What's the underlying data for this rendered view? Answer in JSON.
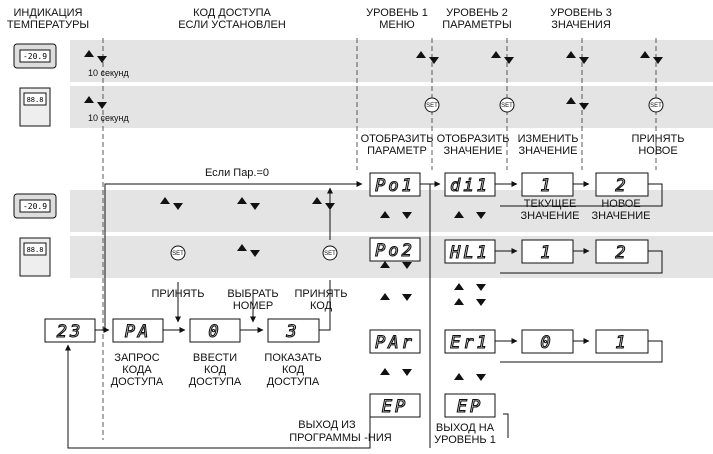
{
  "headers": {
    "temp_indication": [
      "ИНДИКАЦИЯ",
      "ТЕМПЕРАТУРЫ"
    ],
    "access_code": [
      "КОД ДОСТУПА",
      "ЕСЛИ УСТАНОВЛЕН"
    ],
    "level1": [
      "УРОВЕНЬ 1",
      "МЕНЮ"
    ],
    "level2": [
      "УРОВЕНЬ 2",
      "ПАРАМЕТРЫ"
    ],
    "level3": [
      "УРОВЕНЬ 3",
      "ЗНАЧЕНИЯ"
    ]
  },
  "timing": {
    "row1": "10 секунд",
    "row2": "10 секунд"
  },
  "action_headers": {
    "show_param": [
      "ОТОБРАЗИТЬ",
      "ПАРАМЕТР"
    ],
    "show_value": [
      "ОТОБРАЗИТЬ",
      "ЗНАЧЕНИЕ"
    ],
    "change_value": [
      "ИЗМЕНИТЬ",
      "ЗНАЧЕНИЕ"
    ],
    "accept_new": [
      "ПРИНЯТЬ",
      "НОВОЕ"
    ]
  },
  "condition": "Если Пар.=0",
  "set_label": "SET",
  "displays": {
    "temperature": "23",
    "pa": "PA",
    "code_entry": "0",
    "code_show": "3",
    "po1": "Po1",
    "po2": "Po2",
    "par": "PAr",
    "ep1": "EP",
    "di1": "di1",
    "hl1": "HL1",
    "er1": "Er1",
    "ep2": "EP",
    "cur1": "1",
    "new1": "2",
    "cur2": "1",
    "new2": "2",
    "cur3": "0",
    "new3": "1"
  },
  "labels": {
    "accept": "ПРИНЯТЬ",
    "select_number": [
      "ВЫБРАТЬ",
      "НОМЕР"
    ],
    "accept_code": [
      "ПРИНЯТЬ",
      "КОД"
    ],
    "request_code": [
      "ЗАПРОС",
      "КОДА",
      "ДОСТУПА"
    ],
    "enter_code": [
      "ВВЕСТИ",
      "КОД",
      "ДОСТУПА"
    ],
    "show_code": [
      "ПОКАЗАТЬ",
      "КОД",
      "ДОСТУПА"
    ],
    "current_value": [
      "ТЕКУЩЕЕ",
      "ЗНАЧЕНИЕ"
    ],
    "new_value": [
      "НОВОЕ",
      "ЗНАЧЕНИЕ"
    ],
    "exit_program": [
      "ВЫХОД ИЗ",
      "ПРОГРАММЫ",
      "-НИЯ"
    ],
    "exit_level1": [
      "ВЫХОД НА",
      "УРОВЕНЬ 1"
    ]
  },
  "device_icons": [
    "panel-thermostat-icon",
    "din-rail-thermostat-icon"
  ]
}
